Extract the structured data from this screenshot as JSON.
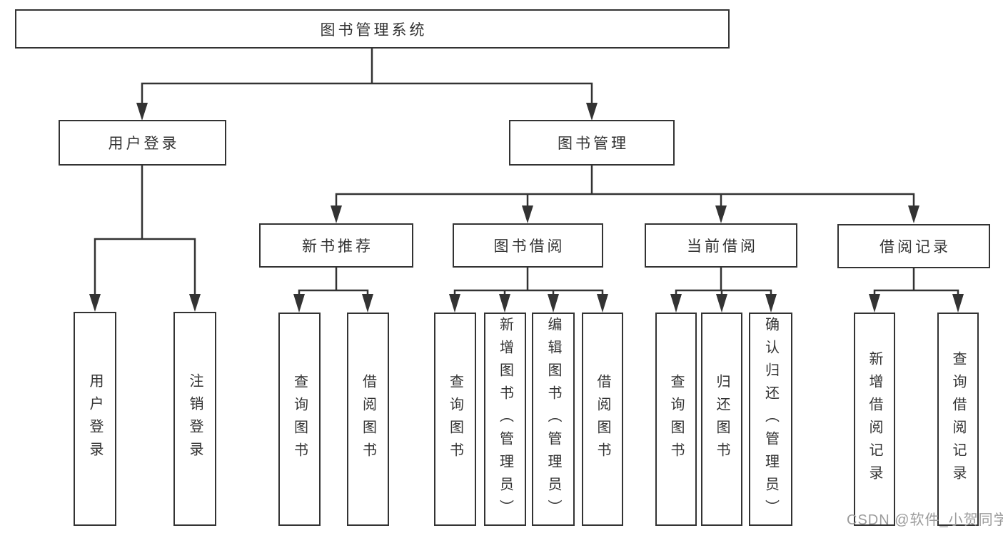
{
  "colors": {
    "line": "#333333",
    "text": "#333333",
    "watermark": "#9c9c9c",
    "background": "#ffffff"
  },
  "tree": {
    "root": {
      "label": "图书管理系统",
      "children": [
        {
          "label": "用户登录",
          "children": [
            {
              "label": "用户登录"
            },
            {
              "label": "注销登录"
            }
          ]
        },
        {
          "label": "图书管理",
          "children": [
            {
              "label": "新书推荐",
              "children": [
                {
                  "label": "查询图书"
                },
                {
                  "label": "借阅图书"
                }
              ]
            },
            {
              "label": "图书借阅",
              "children": [
                {
                  "label": "查询图书"
                },
                {
                  "label": "新增图书（管理员）"
                },
                {
                  "label": "编辑图书（管理员）"
                },
                {
                  "label": "借阅图书"
                }
              ]
            },
            {
              "label": "当前借阅",
              "children": [
                {
                  "label": "查询图书"
                },
                {
                  "label": "归还图书"
                },
                {
                  "label": "确认归还（管理员）"
                }
              ]
            },
            {
              "label": "借阅记录",
              "children": [
                {
                  "label": "新增借阅记录"
                },
                {
                  "label": "查询借阅记录"
                }
              ]
            }
          ]
        }
      ]
    }
  },
  "watermark": {
    "text": "CSDN @软件_小贺同学"
  }
}
